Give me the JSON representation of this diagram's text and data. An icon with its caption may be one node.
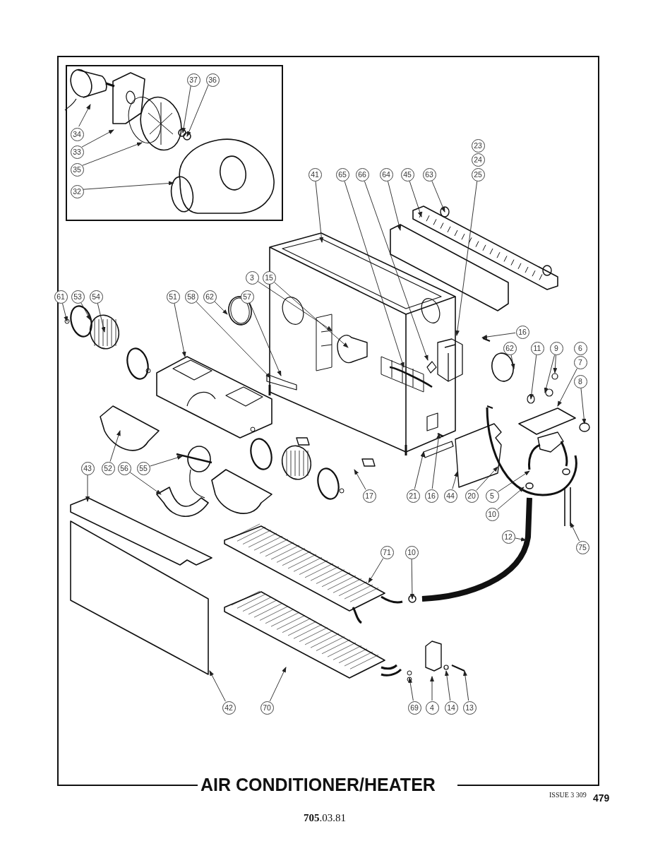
{
  "diagram": {
    "title": "AIR CONDITIONER/HEATER",
    "nodes": [
      {
        "text": [],
        "shape": "box"
      },
      {
        "text": [
          "37"
        ],
        "in": 0
      },
      {
        "text": [
          "36"
        ],
        "in": 0
      },
      {
        "text": [
          "34"
        ],
        "in": 0
      },
      {
        "text": [
          "33"
        ],
        "in": 0
      },
      {
        "text": [
          "35"
        ],
        "in": 0
      },
      {
        "text": [
          "32"
        ],
        "in": 0
      },
      {
        "text": [
          "23"
        ]
      },
      {
        "text": [
          "24"
        ]
      },
      {
        "text": [
          "25"
        ]
      },
      {
        "text": [
          "41"
        ]
      },
      {
        "text": [
          "65"
        ]
      },
      {
        "text": [
          "66"
        ]
      },
      {
        "text": [
          "64"
        ]
      },
      {
        "text": [
          "45"
        ]
      },
      {
        "text": [
          "63"
        ]
      },
      {
        "text": [
          "3"
        ]
      },
      {
        "text": [
          "15"
        ]
      },
      {
        "text": [
          "61"
        ]
      },
      {
        "text": [
          "53"
        ]
      },
      {
        "text": [
          "54"
        ]
      },
      {
        "text": [
          "51"
        ]
      },
      {
        "text": [
          "58"
        ]
      },
      {
        "text": [
          "62"
        ]
      },
      {
        "text": [
          "57"
        ]
      },
      {
        "text": [
          "16"
        ]
      },
      {
        "text": [
          "62"
        ]
      },
      {
        "text": [
          "11"
        ]
      },
      {
        "text": [
          "9"
        ]
      },
      {
        "text": [
          "6"
        ]
      },
      {
        "text": [
          "7"
        ]
      },
      {
        "text": [
          "8"
        ]
      },
      {
        "text": [
          "43"
        ]
      },
      {
        "text": [
          "52"
        ]
      },
      {
        "text": [
          "56"
        ]
      },
      {
        "text": [
          "55"
        ]
      },
      {
        "text": [
          "17"
        ]
      },
      {
        "text": [
          "21"
        ]
      },
      {
        "text": [
          "16"
        ]
      },
      {
        "text": [
          "44"
        ]
      },
      {
        "text": [
          "20"
        ]
      },
      {
        "text": [
          "5"
        ]
      },
      {
        "text": [
          "10"
        ]
      },
      {
        "text": [
          "12"
        ]
      },
      {
        "text": [
          "75"
        ]
      },
      {
        "text": [
          "71"
        ]
      },
      {
        "text": [
          "10"
        ]
      },
      {
        "text": [
          "42"
        ]
      },
      {
        "text": [
          "70"
        ]
      },
      {
        "text": [
          "69"
        ]
      },
      {
        "text": [
          "4"
        ]
      },
      {
        "text": [
          "14"
        ]
      },
      {
        "text": [
          "13"
        ]
      }
    ],
    "edges": [
      {
        "from": 1,
        "to": null,
        "arrow": "to"
      },
      {
        "from": 2,
        "to": null,
        "arrow": "to"
      },
      {
        "from": 3,
        "to": null,
        "arrow": "to"
      },
      {
        "from": 4,
        "to": null,
        "arrow": "to"
      },
      {
        "from": 5,
        "to": null,
        "arrow": "to"
      },
      {
        "from": 6,
        "to": null,
        "arrow": "to"
      },
      {
        "from": 9,
        "to": null,
        "arrow": "to"
      },
      {
        "from": 10,
        "to": null,
        "arrow": "to"
      },
      {
        "from": 11,
        "to": null,
        "arrow": "to"
      },
      {
        "from": 12,
        "to": null,
        "arrow": "to"
      },
      {
        "from": 13,
        "to": null,
        "arrow": "to"
      },
      {
        "from": 14,
        "to": null,
        "arrow": "to"
      },
      {
        "from": 15,
        "to": null,
        "arrow": "to"
      },
      {
        "from": 16,
        "to": null,
        "arrow": "to"
      },
      {
        "from": 17,
        "to": null,
        "arrow": "to"
      },
      {
        "from": 18,
        "to": null,
        "arrow": "to"
      },
      {
        "from": 19,
        "to": null,
        "arrow": "to"
      },
      {
        "from": 20,
        "to": null,
        "arrow": "to"
      },
      {
        "from": 21,
        "to": null,
        "arrow": "to"
      },
      {
        "from": 22,
        "to": null,
        "arrow": "to"
      },
      {
        "from": 23,
        "to": null,
        "arrow": "to"
      },
      {
        "from": 24,
        "to": null,
        "arrow": "to"
      },
      {
        "from": 25,
        "to": null,
        "arrow": "to"
      },
      {
        "from": 26,
        "to": null,
        "arrow": "to"
      },
      {
        "from": 27,
        "to": null,
        "arrow": "to"
      },
      {
        "from": 28,
        "to": null,
        "arrow": "to"
      },
      {
        "from": 28,
        "to": null,
        "arrow": "to"
      },
      {
        "from": 30,
        "to": null,
        "arrow": "to"
      },
      {
        "from": 31,
        "to": null,
        "arrow": "to"
      },
      {
        "from": 32,
        "to": null,
        "arrow": "to"
      },
      {
        "from": 33,
        "to": null,
        "arrow": "to"
      },
      {
        "from": 34,
        "to": null,
        "arrow": "to"
      },
      {
        "from": 35,
        "to": null,
        "arrow": "to"
      },
      {
        "from": 36,
        "to": null,
        "arrow": "to"
      },
      {
        "from": 37,
        "to": null,
        "arrow": "to"
      },
      {
        "from": 38,
        "to": null,
        "arrow": "to"
      },
      {
        "from": 39,
        "to": null,
        "arrow": "to"
      },
      {
        "from": 40,
        "to": null,
        "arrow": "to"
      },
      {
        "from": 41,
        "to": null,
        "arrow": "to"
      },
      {
        "from": 42,
        "to": null,
        "arrow": "to"
      },
      {
        "from": 43,
        "to": null,
        "arrow": "to"
      },
      {
        "from": 44,
        "to": null,
        "arrow": "to"
      },
      {
        "from": 45,
        "to": null,
        "arrow": "to"
      },
      {
        "from": 46,
        "to": null,
        "arrow": "to"
      },
      {
        "from": 47,
        "to": null,
        "arrow": "to"
      },
      {
        "from": 48,
        "to": null,
        "arrow": "to"
      },
      {
        "from": 49,
        "to": null,
        "arrow": "to"
      },
      {
        "from": 50,
        "to": null,
        "arrow": "to"
      },
      {
        "from": 51,
        "to": null,
        "arrow": "to"
      },
      {
        "from": 52,
        "to": null,
        "arrow": "to"
      }
    ],
    "labels": [
      "ISSUE 3 309",
      "479",
      "**705**.03.81"
    ]
  }
}
